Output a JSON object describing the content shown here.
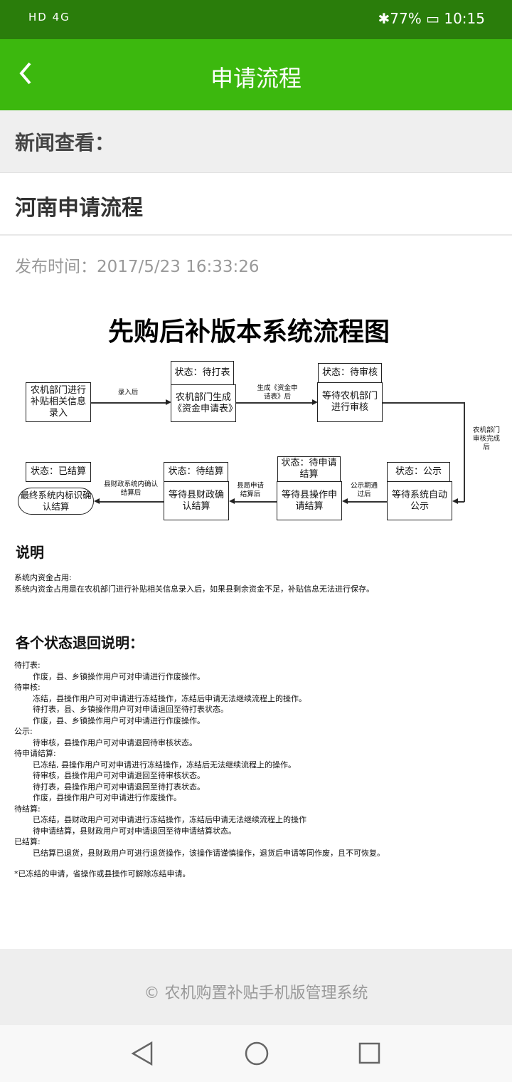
{
  "status_bar": {
    "left": "HD 4G",
    "battery": "77%",
    "time": "10:15"
  },
  "app_bar": {
    "title": "申请流程",
    "back": "‹"
  },
  "section_label": "新闻查看：",
  "article_title": "河南申请流程",
  "publish_time": "发布时间：2017/5/23 16:33:26",
  "diagram": {
    "title": "先购后补版本系统流程图",
    "boxes": [
      "农机部门进行补贴相关信息录入",
      "农机部门生成《资金申请表》",
      "等待农机部门进行审核",
      "等待系统自动公示",
      "等待县操作申请结算",
      "等待县财政确认结算",
      "最终系统内标识确认结算"
    ],
    "statuses": [
      "状态：待打表",
      "状态：待审核",
      "状态：公示",
      "状态：待申请结算",
      "状态：待结算",
      "状态：已结算"
    ],
    "arrows": [
      "录入后",
      "生成《资金申请表》后",
      "农机部门审核完成后",
      "公示期通过后",
      "县局申请结算后",
      "县财政系统内确认结算后"
    ]
  },
  "explain": {
    "heading": "说明",
    "lines": [
      "系统内资金占用:",
      "系统内资金占用是在农机部门进行补贴相关信息录入后，如果县剩余资金不足，补贴信息无法进行保存。"
    ]
  },
  "states": {
    "heading": "各个状态退回说明：",
    "groups": [
      {
        "name": "待打表:",
        "items": [
          "作废，县、乡镇操作用户可对申请进行作废操作。"
        ]
      },
      {
        "name": "待审核:",
        "items": [
          "冻结，县操作用户可对申请进行冻结操作，冻结后申请无法继续流程上的操作。",
          "待打表，县、乡镇操作用户可对申请退回至待打表状态。",
          "作废，县、乡镇操作用户可对申请进行作废操作。"
        ]
      },
      {
        "name": "公示:",
        "items": [
          "待审核，县操作用户可对申请退回待审核状态。"
        ]
      },
      {
        "name": "待申请结算:",
        "items": [
          "已冻结, 县操作用户可对申请进行冻结操作，冻结后无法继续流程上的操作。",
          "待审核，县操作用户可对申请退回至待审核状态。",
          "待打表，县操作用户可对申请退回至待打表状态。",
          "作废，县操作用户可对申请进行作废操作。"
        ]
      },
      {
        "name": "待结算:",
        "items": [
          "已冻结，县财政用户可对申请进行冻结操作，冻结后申请无法继续流程上的操作",
          "待申请结算，县财政用户可对申请退回至待申请结算状态。"
        ]
      },
      {
        "name": "已结算:",
        "items": [
          "已结算已退货，县财政用户可进行退货操作，该操作请谨慎操作，退货后申请等同作废，且不可恢复。"
        ]
      }
    ],
    "note": "*已冻结的申请，省操作或县操作可解除冻结申请。"
  },
  "footer": "© 农机购置补贴手机版管理系统",
  "colors": {
    "status_bar": "#2a7d0b",
    "app_bar": "#3cb80e"
  }
}
